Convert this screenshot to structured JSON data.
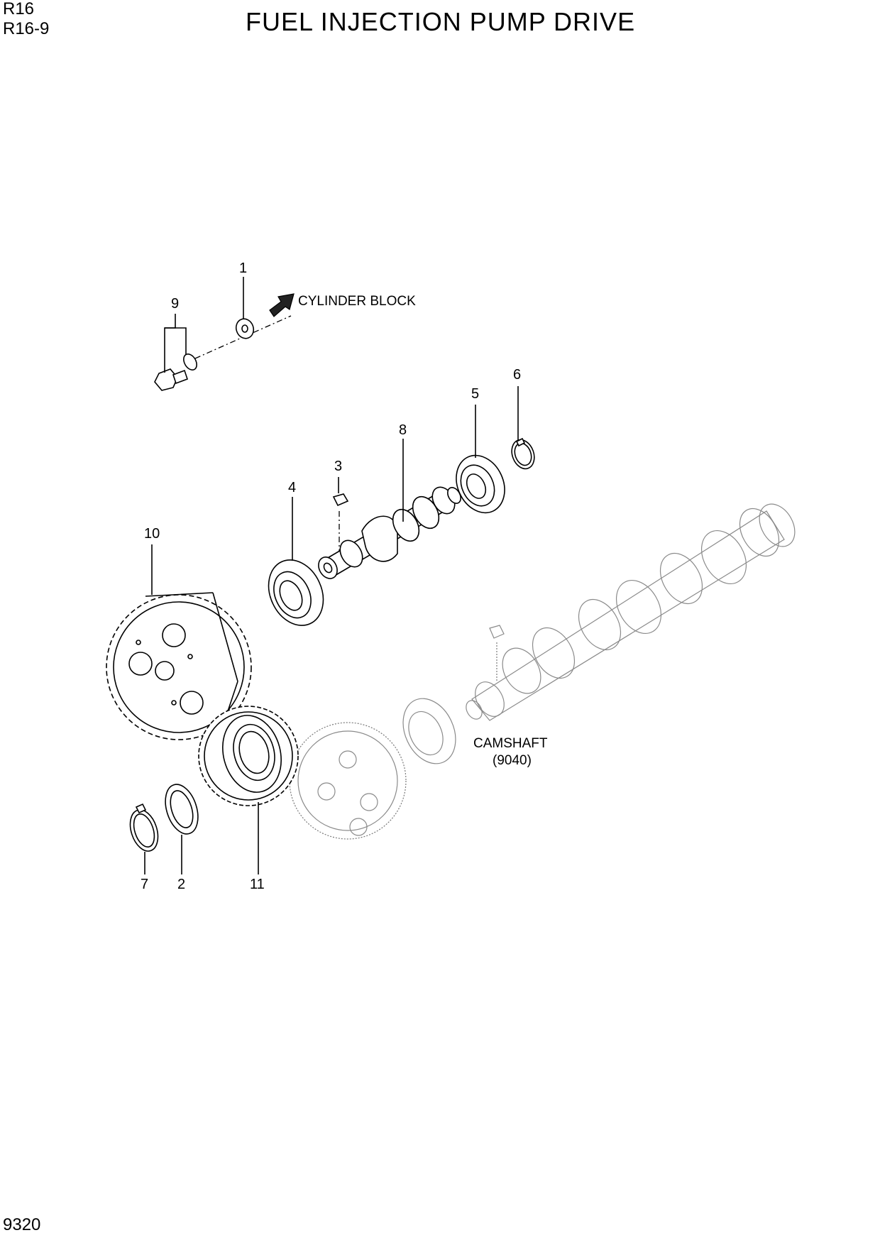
{
  "header": {
    "model": "R16",
    "section": "R16-9",
    "title": "FUEL INJECTION PUMP DRIVE"
  },
  "footer": {
    "page_number": "9320"
  },
  "references": {
    "cylinder_block": "CYLINDER BLOCK",
    "camshaft": "CAMSHAFT",
    "camshaft_ref": "(9040)"
  },
  "callouts": {
    "c1": "1",
    "c2": "2",
    "c3": "3",
    "c4": "4",
    "c5": "5",
    "c6": "6",
    "c7": "7",
    "c8": "8",
    "c9": "9",
    "c10": "10",
    "c11": "11"
  }
}
